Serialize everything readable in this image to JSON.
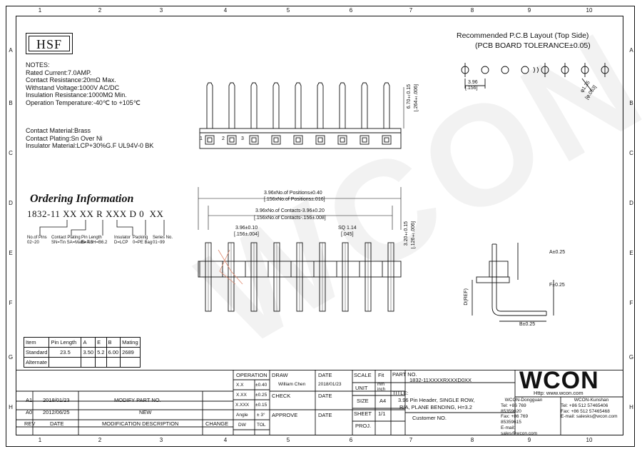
{
  "zones": {
    "columns": [
      "1",
      "2",
      "3",
      "4",
      "5",
      "6",
      "7",
      "8",
      "9",
      "10"
    ],
    "rows": [
      "A",
      "B",
      "C",
      "D",
      "E",
      "F",
      "G",
      "H"
    ]
  },
  "logo": "HSF",
  "watermark": "WCON",
  "notes": {
    "heading": "NOTES:",
    "lines": [
      "Rated Current:7.0AMP.",
      "Contact Resistance:20mΩ Max.",
      "Withstand Voltage:1000V AC/DC",
      "Insulation Resistance:1000MΩ Min.",
      "Operation Temperature:-40℃ to +105℃"
    ],
    "material_lines": [
      "Contact Material:Brass",
      "Contact Plating:Sn Over Ni",
      "Insulator Material:LCP+30%G.F UL94V-0 BK"
    ]
  },
  "ordering": {
    "heading": "Ordering Information",
    "part_number": "1832-11 XX XX R XXX D 0  XX",
    "legend": [
      {
        "label": "No.of Pins",
        "value": "02~20"
      },
      {
        "label": "Contact Plating",
        "value": "SN=Tin  SA=Matte Tin"
      },
      {
        "label": "Pin Length",
        "value": "E=A 3H=B6.2"
      },
      {
        "label": "Insulator",
        "value": "D=LCP"
      },
      {
        "label": "Packing",
        "value": "0=PE Bag"
      },
      {
        "label": "Series No.",
        "value": "01~99"
      }
    ]
  },
  "pin_table": {
    "headers": [
      "Item",
      "Pin Length",
      "A",
      "E",
      "B",
      "Mating"
    ],
    "rows": [
      [
        "Standard",
        "23.5",
        "3.50",
        "5.2",
        "6.00",
        "2689"
      ],
      [
        "Alternate",
        "",
        "",
        "",
        "",
        ""
      ]
    ]
  },
  "pcb_layout": {
    "title": "Recommended P.C.B Layout (Top Side)",
    "tolerance": "(PCB BOARD TOLERANCE±0.05)",
    "pitch": "3.96",
    "pitch_in": "[.156]",
    "hole": "φ1.35",
    "hole_in": "[φ.053]"
  },
  "dimensions": {
    "height": "6.70±0.15",
    "height_in": "[.264±.006]",
    "positions": "3.96xNo.of Positions±0.40",
    "positions_in": "[.156xNo.of Positions±.016]",
    "contacts": "3.96xNo.of Contacts-3.96±0.20",
    "contacts_in": "[.156xNo.of Contacts-.156±.008]",
    "pitch": "3.96±0.10",
    "pitch_in": "[.156±.004]",
    "sq": "SQ 1.14",
    "sq_in": "[.045]",
    "tail": "3.20±0.15",
    "tail_in": "[.126±.006]",
    "side_a": "A±0.25",
    "side_f": "F±0.25",
    "side_b": "B±0.25",
    "side_d": "D(REF)"
  },
  "pin_numbers": [
    "1",
    "2",
    "3"
  ],
  "revisions": {
    "header": [
      "REV",
      "DATE",
      "MODIFICATION DESCRIPTION",
      "CHANGE"
    ],
    "rows": [
      [
        "A1",
        "2018/01/23",
        "MODIFY PART NO.",
        ""
      ],
      [
        "A0",
        "2012/06/25",
        "NEW",
        ""
      ]
    ]
  },
  "operation": {
    "title": "OPERATION",
    "unit_title": "TOLERANCE",
    "rows": [
      [
        "X.X",
        "±0.40"
      ],
      [
        "X.XX",
        "±0.25"
      ],
      [
        "X.XXX",
        "±0.15"
      ],
      [
        "Angle",
        "± 3°"
      ]
    ],
    "footer": [
      "DW",
      "TOL"
    ]
  },
  "title_block": {
    "draw": "DRAW",
    "drawer": "William Chen",
    "check": "CHECK",
    "approve": "APPROVE",
    "date": "DATE",
    "date_value": "2018/01/23",
    "scale": "SCALE",
    "scale_value": "Fit",
    "unit": "UNIT",
    "unit_value": "mm inch",
    "size": "SIZE",
    "size_value": "A4",
    "sheet": "SHEET",
    "sheet_value": "1/1",
    "proj": "PROJ.",
    "part_no_label": "PART NO.",
    "part_no": "1832-11XXXXRXXXD0XX",
    "title_label": "TITLE:",
    "title_line1": "3.96 Pin Header, SINGLE ROW,",
    "title_line2": "R/A, PLANE BENDING, H=3.2",
    "customer_label": "Customer NO.",
    "brand": "WCON",
    "website": "Http: www.wcon.com",
    "dongguan": [
      "WCON-Dongguan",
      "Tel: +86 769 85359620",
      "Fax: +86 769 85359615",
      "E-mail: sales@wcon.com"
    ],
    "kunshan": [
      "WCON-Kunshan",
      "Tel: +86 512 57465406",
      "Fax: +86 512 57465468",
      "E-mail: salesks@wcon.com"
    ]
  }
}
